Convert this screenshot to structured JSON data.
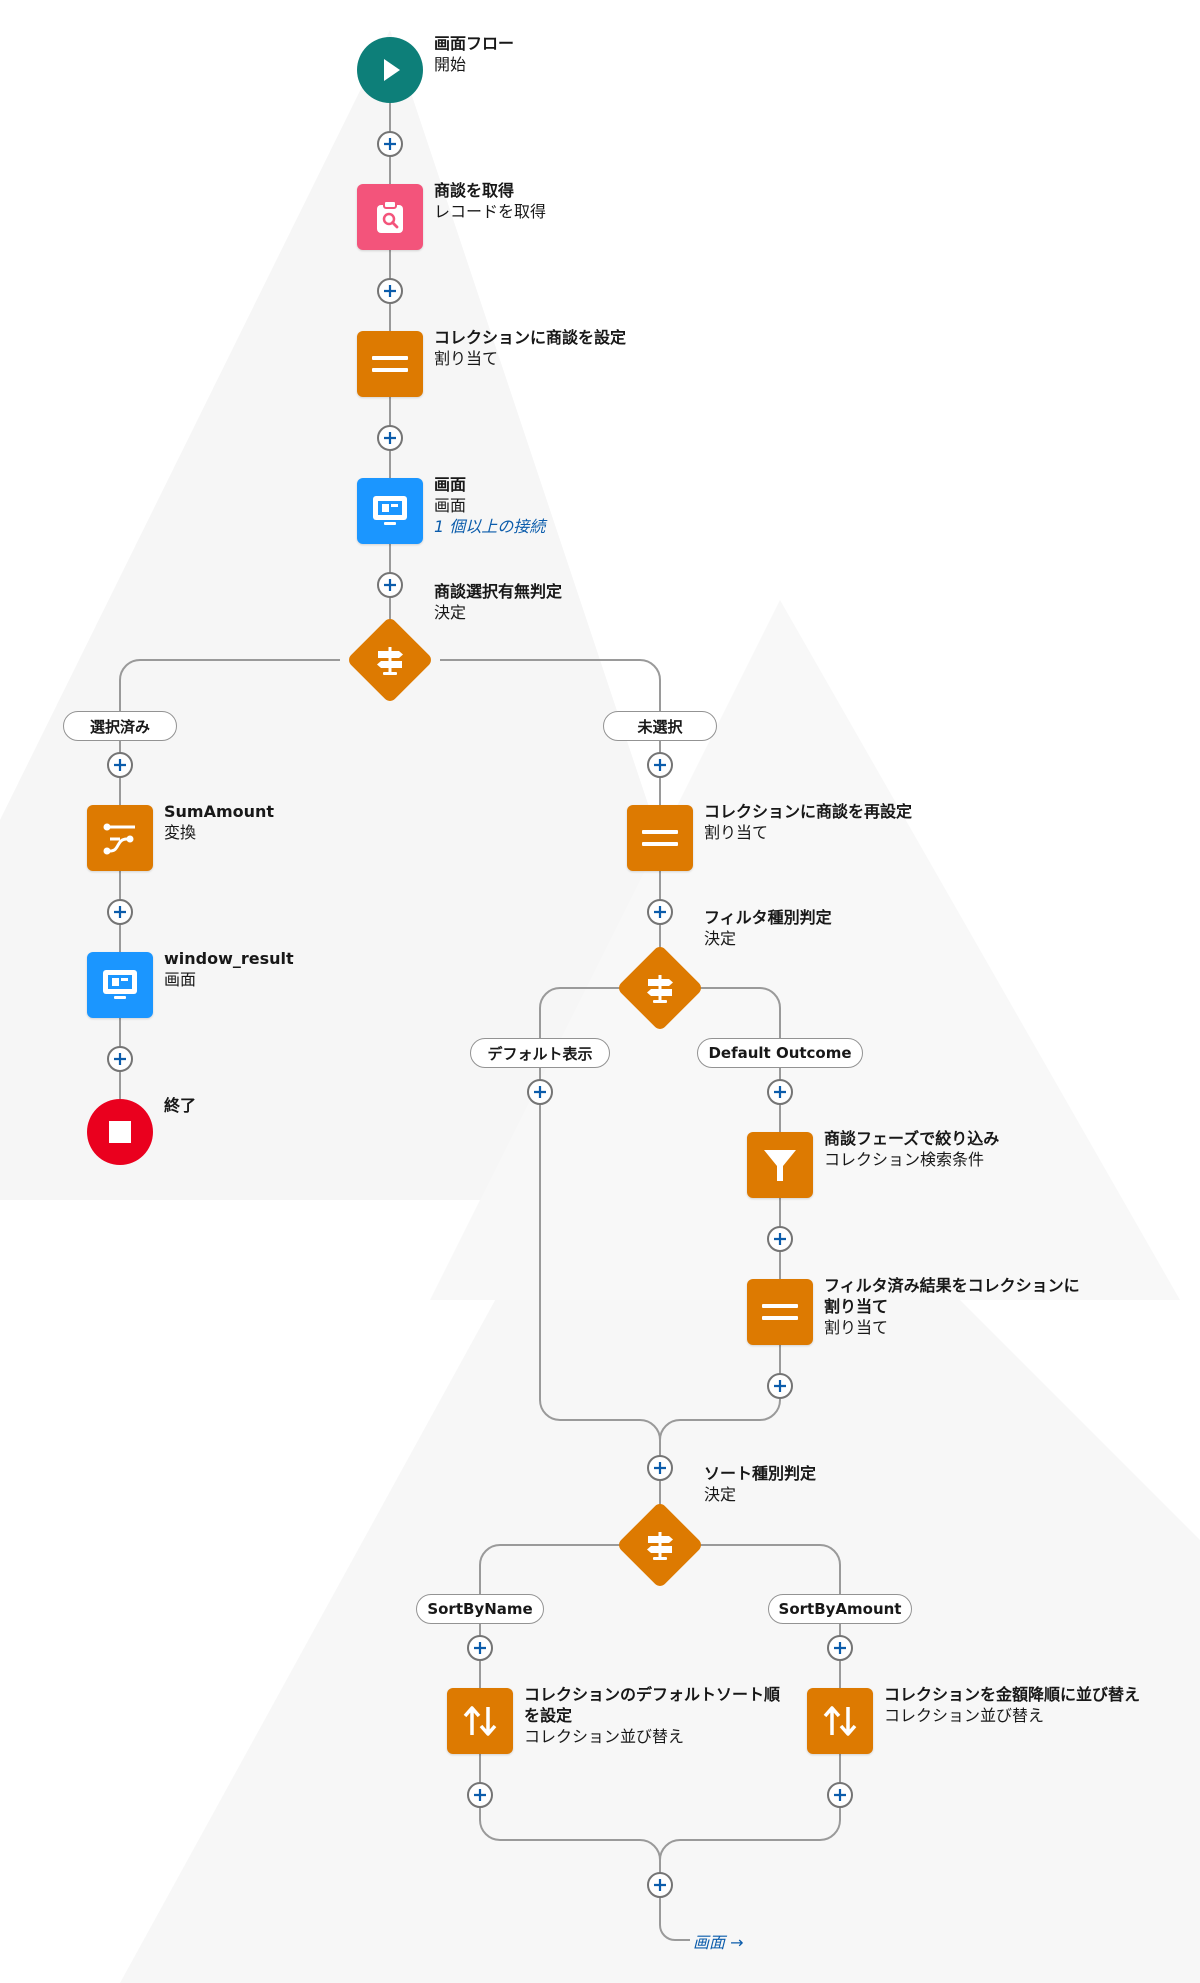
{
  "colors": {
    "start": "#0d7f79",
    "record": "#f3547b",
    "assignment": "#dd7a01",
    "screen": "#1b96ff",
    "end": "#ea001e",
    "connector": "#9a9a9a",
    "link": "#0b5cab"
  },
  "nodes": {
    "start": {
      "title": "画面フロー",
      "subtitle": "開始",
      "icon": "play-icon"
    },
    "get_opps": {
      "title": "商談を取得",
      "subtitle": "レコードを取得",
      "icon": "record-lookup-icon"
    },
    "assign_collection": {
      "title": "コレクションに商談を設定",
      "subtitle": "割り当て",
      "icon": "assignment-icon"
    },
    "screen": {
      "title": "画面",
      "subtitle": "画面",
      "link": "1 個以上の接続",
      "icon": "screen-icon"
    },
    "decision_selected": {
      "title": "商談選択有無判定",
      "subtitle": "決定",
      "icon": "decision-icon"
    },
    "sum_amount": {
      "title": "SumAmount",
      "subtitle": "変換",
      "icon": "transform-icon"
    },
    "window_result": {
      "title": "window_result",
      "subtitle": "画面",
      "icon": "screen-icon"
    },
    "end": {
      "title": "終了",
      "icon": "stop-icon"
    },
    "reassign_collection": {
      "title": "コレクションに商談を再設定",
      "subtitle": "割り当て",
      "icon": "assignment-icon"
    },
    "decision_filter": {
      "title": "フィルタ種別判定",
      "subtitle": "決定",
      "icon": "decision-icon"
    },
    "filter_phase": {
      "title": "商談フェーズで絞り込み",
      "subtitle": "コレクション検索条件",
      "icon": "filter-icon"
    },
    "assign_filtered": {
      "title_line1": "フィルタ済み結果をコレクションに",
      "title_line2": "割り当て",
      "subtitle": "割り当て",
      "icon": "assignment-icon"
    },
    "decision_sort": {
      "title": "ソート種別判定",
      "subtitle": "決定",
      "icon": "decision-icon"
    },
    "sort_default": {
      "title_line1": "コレクションのデフォルトソート順",
      "title_line2": "を設定",
      "subtitle": "コレクション並び替え",
      "icon": "sort-icon"
    },
    "sort_amount": {
      "title": "コレクションを金額降順に並び替え",
      "subtitle": "コレクション並び替え",
      "icon": "sort-icon"
    }
  },
  "outcomes": {
    "selected": "選択済み",
    "unselected": "未選択",
    "default_display": "デフォルト表示",
    "default_outcome": "Default Outcome",
    "sort_by_name": "SortByName",
    "sort_by_amount": "SortByAmount"
  },
  "goto_link": "画面 →"
}
